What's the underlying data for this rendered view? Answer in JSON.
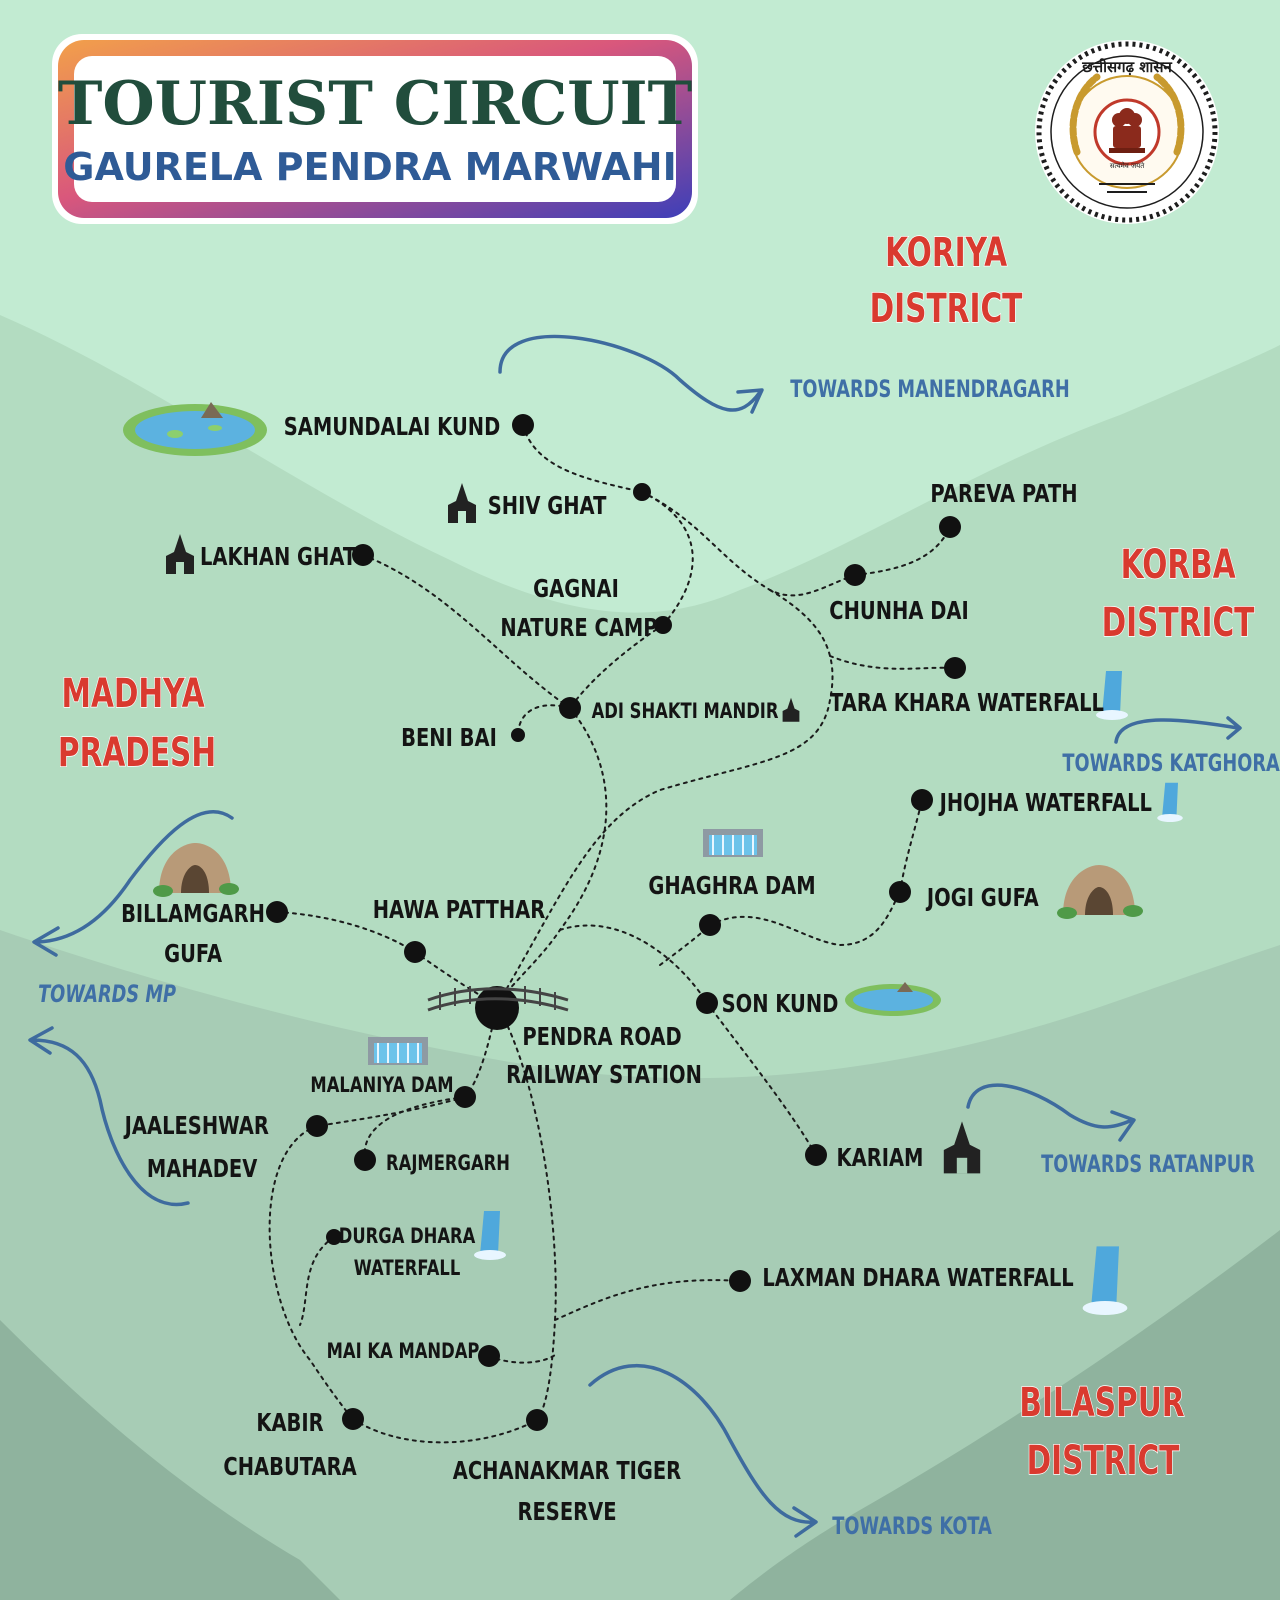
{
  "title": {
    "line1": "TOURIST CIRCUIT",
    "line2": "GAURELA PENDRA MARWAHI"
  },
  "emblem": {
    "top_text": "छत्तीसगढ़ शासन",
    "motto": "सत्यमेव जयते"
  },
  "districts": {
    "koriya": [
      "KORIYA",
      "DISTRICT"
    ],
    "korba": [
      "KORBA",
      "DISTRICT"
    ],
    "mp": [
      "MADHYA",
      "PRADESH"
    ],
    "bilaspur": [
      "BILASPUR",
      "DISTRICT"
    ]
  },
  "towards": {
    "manendragarh": "TOWARDS MANENDRAGARH",
    "katghora": "TOWARDS KATGHORA",
    "mp": "TOWARDS MP",
    "ratanpur": "TOWARDS RATANPUR",
    "kota": "TOWARDS KOTA"
  },
  "places": {
    "samundalai": "SAMUNDALAI KUND",
    "shiv_ghat": "SHIV GHAT",
    "lakhan_ghat": "LAKHAN GHAT",
    "gagnai": [
      "GAGNAI",
      "NATURE CAMP"
    ],
    "pareva": "PAREVA PATH",
    "chunha": "CHUNHA DAI",
    "tara_khara": "TARA KHARA WATERFALL",
    "adi_shakti": "ADI SHAKTI MANDIR",
    "beni_bai": "BENI BAI",
    "jhojha": "JHOJHA WATERFALL",
    "jogi_gufa": "JOGI GUFA",
    "ghaghra": "GHAGHRA DAM",
    "billamgarh": [
      "BILLAMGARH",
      "GUFA"
    ],
    "hawa": "HAWA PATTHAR",
    "son_kund": "SON KUND",
    "pendra": [
      "PENDRA ROAD",
      "RAILWAY STATION"
    ],
    "malaniya": "MALANIYA DAM",
    "jaaleshwar": [
      "JAALESHWAR",
      "MAHADEV"
    ],
    "rajmergarh": "RAJMERGARH",
    "kariam": "KARIAM",
    "durga": [
      "DURGA DHARA",
      "WATERFALL"
    ],
    "laxman": "LAXMAN DHARA WATERFALL",
    "mai_ka": "MAI KA MANDAP",
    "kabir": [
      "KABIR",
      "CHABUTARA"
    ],
    "achanakmar": [
      "ACHANAKMAR TIGER",
      "RESERVE"
    ]
  },
  "colors": {
    "background": "#c2ebd2",
    "hill1": "#b3dcc1",
    "hill2": "#a7ccb5",
    "hill3": "#8fb39e",
    "district": "#d93a2f",
    "towards": "#3f6fa6",
    "title": "#214d3c",
    "subtitle": "#2f5b96"
  }
}
